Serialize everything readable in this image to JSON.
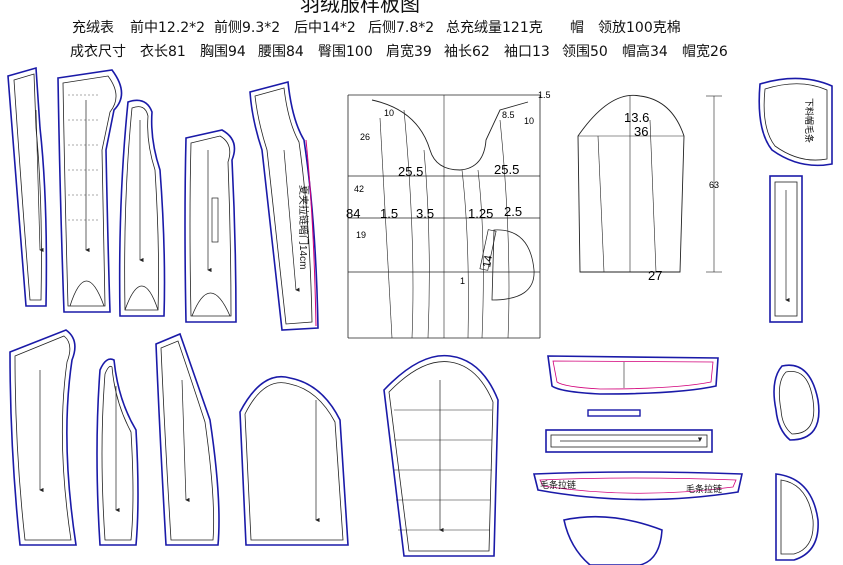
{
  "title": "羽绒服样板图",
  "fill_table": {
    "label": "充绒表",
    "items": [
      "前中12.2*2",
      "前侧9.3*2",
      "后中14*2",
      "后侧7.8*2",
      "总充绒量121克",
      "帽",
      "领放100克棉"
    ]
  },
  "garment_size": {
    "label": "成衣尺寸",
    "items": [
      "衣长81",
      "胸围94",
      "腰围84",
      "臀围100",
      "肩宽39",
      "袖长62",
      "袖口13",
      "领围50",
      "帽高34",
      "帽宽26"
    ]
  },
  "draft": {
    "shoulder_drop_left": "10",
    "shoulder_drop_right": "8.5",
    "neck_right_1": "1.5",
    "neck_right_2": "10",
    "armhole_depth": "26",
    "bust_front": "25.5",
    "bust_back": "25.5",
    "waist_line": "42",
    "hip_width": "84",
    "dart_a": "1.5",
    "dart_b": "3.5",
    "dart_c": "1.25",
    "dart_d": "2.5",
    "hip_depth": "19",
    "pocket": "14",
    "pocket_small": "1"
  },
  "sleeve_draft": {
    "cap_height": "13.6",
    "cap_width": "36",
    "length": "63",
    "cuff": "27"
  },
  "notes": {
    "hood_panel": "下料帽毛条",
    "fur_strip_left": "毛条拉链",
    "fur_strip_right": "毛条拉链",
    "seam_note": "夏夹拉链暗门14cm"
  },
  "colors": {
    "outline": "#1a1aa8",
    "inner": "#222222",
    "accent": "#d2007a"
  }
}
